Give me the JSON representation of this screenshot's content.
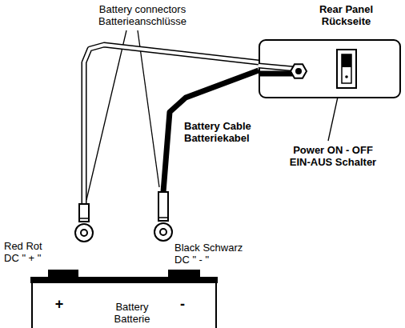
{
  "diagram": {
    "nodes": [
      {
        "text": [
          "Rear Panel Rückseite"
        ]
      },
      {
        "text": [
          "Red Rot DC \" + \""
        ]
      },
      {
        "text": [
          "Black Schwarz DC \" - \""
        ]
      },
      {
        "text": [
          "+",
          "-",
          "Battery Batterie"
        ]
      }
    ],
    "edges": [
      {
        "from": 0,
        "to": 1,
        "arrow": "none"
      },
      {
        "from": 0,
        "to": 2,
        "arrow": "none",
        "label": "Battery Cable Batteriekabel"
      }
    ],
    "labels": [
      "Battery connectors Batterieanschlüsse",
      "Power ON - OFF EIN-AUS Schalter"
    ]
  }
}
